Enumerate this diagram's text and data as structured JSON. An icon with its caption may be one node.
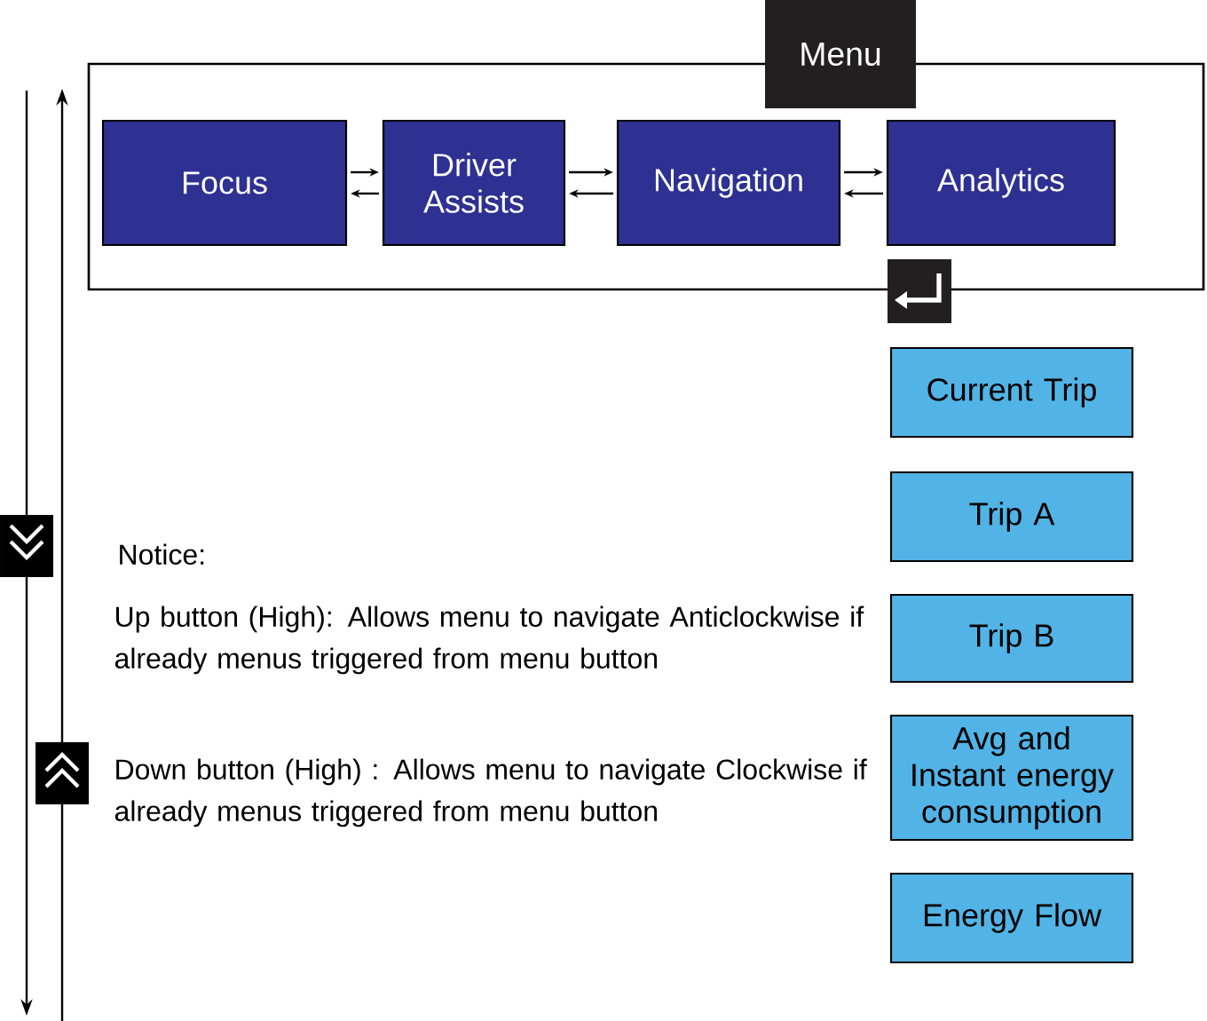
{
  "diagram": {
    "nodes": [
      {
        "text": [
          "Menu"
        ]
      },
      {
        "text": [
          "Focus"
        ],
        "in": 0
      },
      {
        "text": [
          "Driver Assists"
        ],
        "in": 0
      },
      {
        "text": [
          "Navigation"
        ],
        "in": 0
      },
      {
        "text": [
          "Analytics"
        ],
        "in": 0
      },
      {
        "text": [
          "Current Trip"
        ]
      },
      {
        "text": [
          "Trip A"
        ]
      },
      {
        "text": [
          "Trip B"
        ]
      },
      {
        "text": [
          "Avg and Instant energy consumption"
        ]
      },
      {
        "text": [
          "Energy Flow"
        ]
      }
    ],
    "edges": [
      {
        "from": 1,
        "to": 2,
        "arrow": "to"
      },
      {
        "from": 2,
        "to": 1,
        "arrow": "to"
      },
      {
        "from": 2,
        "to": 3,
        "arrow": "to"
      },
      {
        "from": 3,
        "to": 2,
        "arrow": "to"
      },
      {
        "from": 3,
        "to": 4,
        "arrow": "to"
      },
      {
        "from": 4,
        "to": 3,
        "arrow": "to"
      }
    ],
    "labels": [
      "Notice:",
      "Up button (High): Allows menu to navigate Anticlockwise if already menus triggered from menu button",
      "Down button  (High) : Allows menu to navigate Clockwise if already menus triggered from menu button"
    ]
  }
}
